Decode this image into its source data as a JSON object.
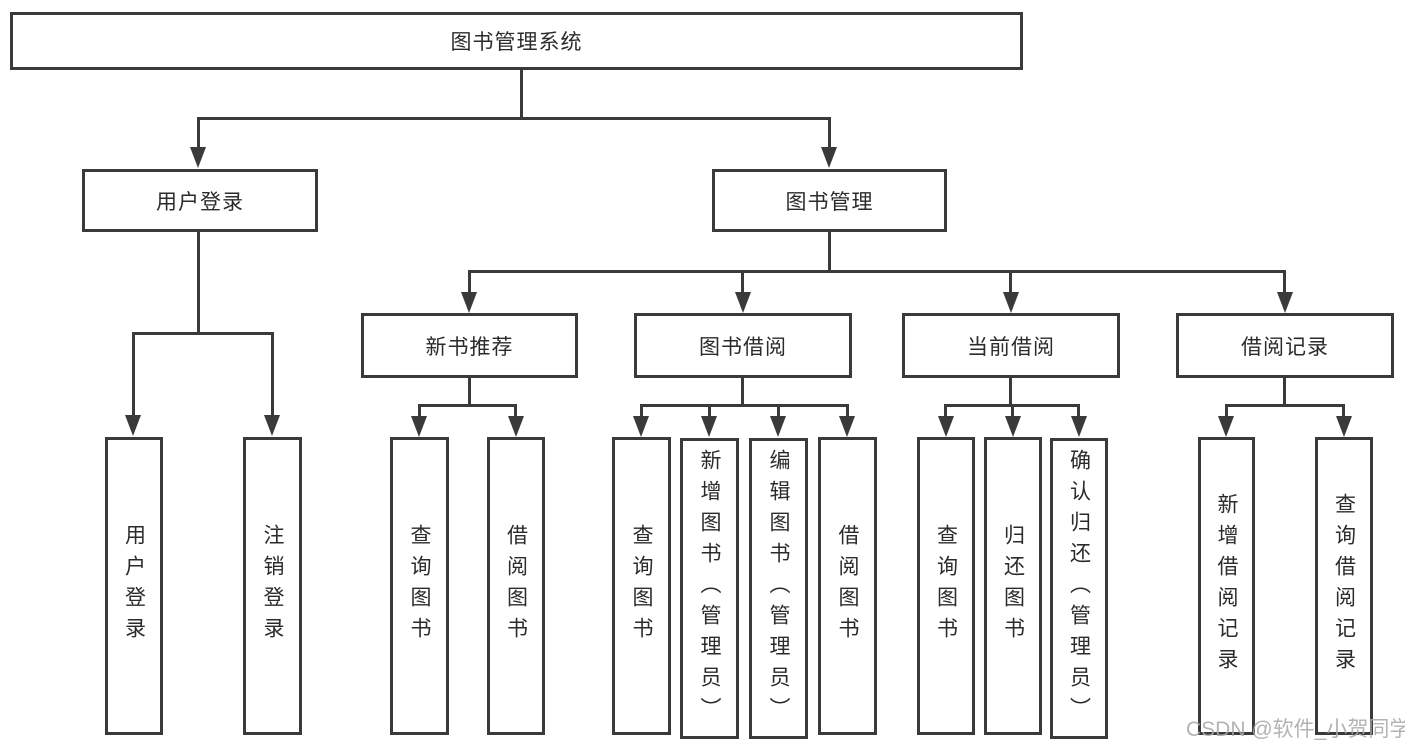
{
  "diagram": {
    "title": "图书管理系统",
    "type": "hierarchy",
    "structure": {
      "图书管理系统": {
        "用户登录": [
          "用户登录",
          "注销登录"
        ],
        "图书管理": {
          "新书推荐": [
            "查询图书",
            "借阅图书"
          ],
          "图书借阅": [
            "查询图书",
            "新增图书（管理员）",
            "编辑图书（管理员）",
            "借阅图书"
          ],
          "当前借阅": [
            "查询图书",
            "归还图书",
            "确认归还（管理员）"
          ],
          "借阅记录": [
            "新增借阅记录",
            "查询借阅记录"
          ]
        }
      }
    }
  },
  "nodes": {
    "root": "图书管理系统",
    "user_login": "用户登录",
    "book_mgmt": "图书管理",
    "new_book_rec": "新书推荐",
    "book_borrow": "图书借阅",
    "current_borrow": "当前借阅",
    "borrow_records": "借阅记录",
    "leaf_user_login": "用户登录",
    "leaf_logout": "注销登录",
    "leaf_query_book_1": "查询图书",
    "leaf_borrow_book_1": "借阅图书",
    "leaf_query_book_2": "查询图书",
    "leaf_add_book": "新增图书（管理员）",
    "leaf_edit_book": "编辑图书（管理员）",
    "leaf_borrow_book_2": "借阅图书",
    "leaf_query_book_3": "查询图书",
    "leaf_return_book": "归还图书",
    "leaf_confirm_return": "确认归还（管理员）",
    "leaf_add_record": "新增借阅记录",
    "leaf_query_record": "查询借阅记录"
  },
  "watermark": {
    "text": "CSDN @软件_小贺同学"
  },
  "colors": {
    "line": "#3a3a3a",
    "text": "#2b2b2b",
    "background": "#ffffff",
    "watermark": "#a8a8a8"
  }
}
